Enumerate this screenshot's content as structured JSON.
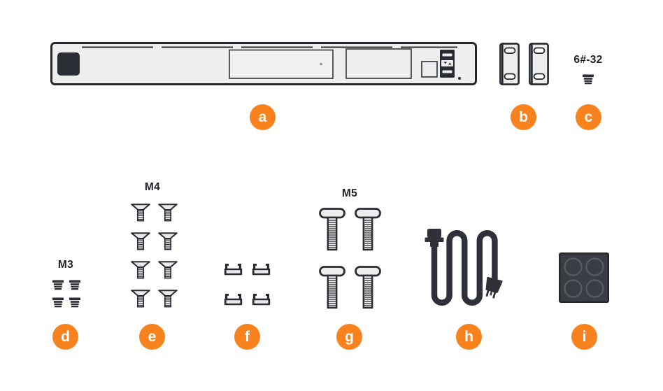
{
  "accent_color": "#F7821E",
  "ink_color": "#24272C",
  "items": {
    "a": {
      "badge": "a",
      "icon": "rack-appliance-front-panel",
      "quantity": 1
    },
    "b": {
      "badge": "b",
      "icon": "rack-mount-bracket",
      "quantity": 2
    },
    "c": {
      "badge": "c",
      "label": "6#-32",
      "icon": "6-32-screw",
      "quantity": 1
    },
    "d": {
      "badge": "d",
      "label": "M3",
      "icon": "m3-screw",
      "quantity": 4
    },
    "e": {
      "badge": "e",
      "label": "M4",
      "icon": "m4-flathead-screw",
      "quantity": 8
    },
    "f": {
      "badge": "f",
      "icon": "cage-nut-clip",
      "quantity": 4
    },
    "g": {
      "badge": "g",
      "label": "M5",
      "icon": "m5-panhead-screw",
      "quantity": 4
    },
    "h": {
      "badge": "h",
      "icon": "power-cord",
      "quantity": 1
    },
    "i": {
      "badge": "i",
      "icon": "rubber-feet-pad",
      "quantity": 1
    }
  }
}
